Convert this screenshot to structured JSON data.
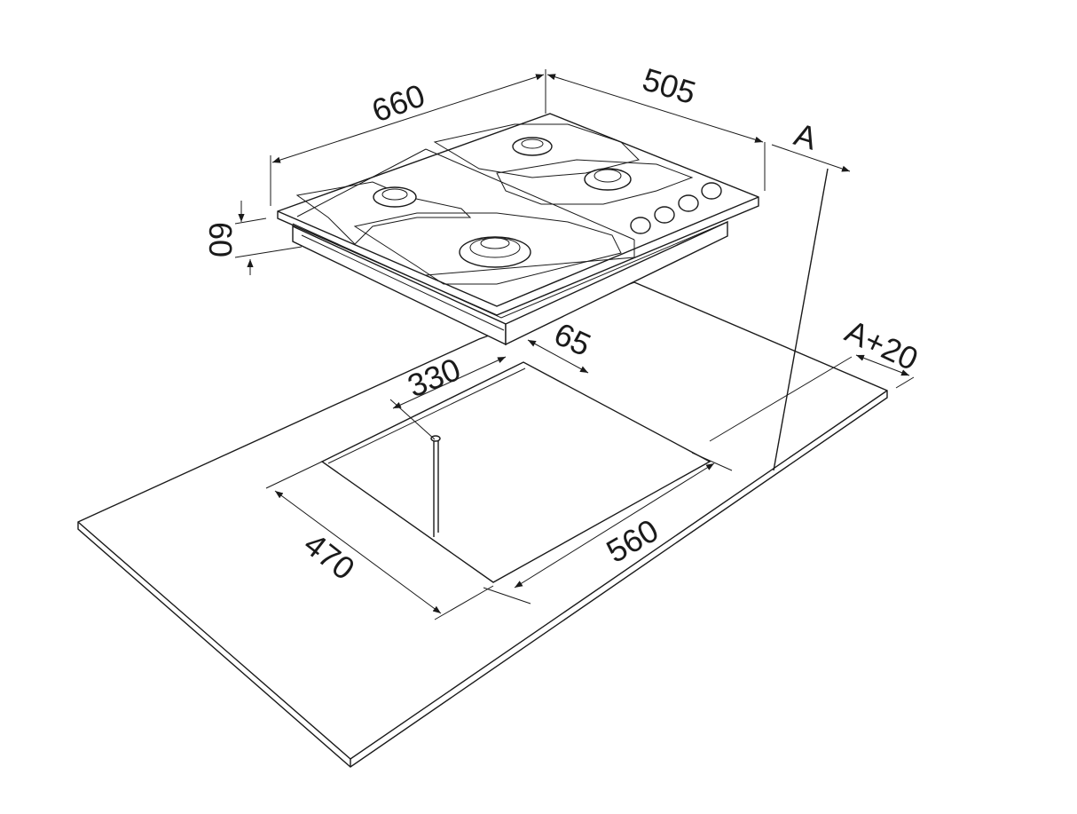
{
  "diagram": {
    "dimensions": {
      "hob_width": "660",
      "hob_depth": "505",
      "clearance": "A",
      "hob_height": "60",
      "front_offset": "65",
      "side_offset": "330",
      "rear_clearance": "A+20",
      "cutout_depth": "470",
      "cutout_width": "560"
    },
    "colors": {
      "line": "#1a1a1a",
      "background": "#ffffff"
    }
  }
}
